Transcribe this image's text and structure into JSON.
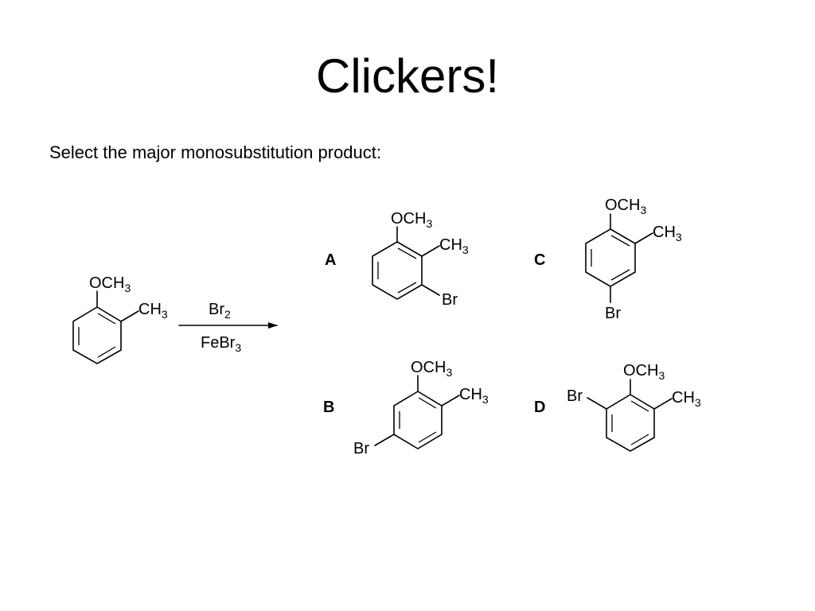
{
  "slide": {
    "title": "Clickers!",
    "prompt": "Select the major monosubstitution product:"
  },
  "reaction": {
    "starting_material": {
      "substituent_top": "OCH3",
      "substituent_right": "CH3"
    },
    "reagent_above": "Br2",
    "reagent_below": "FeBr3"
  },
  "choices": [
    {
      "label": "A",
      "groups": [
        "OCH3",
        "CH3",
        "Br"
      ]
    },
    {
      "label": "B",
      "groups": [
        "OCH3",
        "CH3",
        "Br"
      ]
    },
    {
      "label": "C",
      "groups": [
        "OCH3",
        "CH3",
        "Br"
      ]
    },
    {
      "label": "D",
      "groups": [
        "OCH3",
        "CH3",
        "Br"
      ]
    }
  ],
  "colors": {
    "text": "#000000",
    "background": "#ffffff"
  }
}
